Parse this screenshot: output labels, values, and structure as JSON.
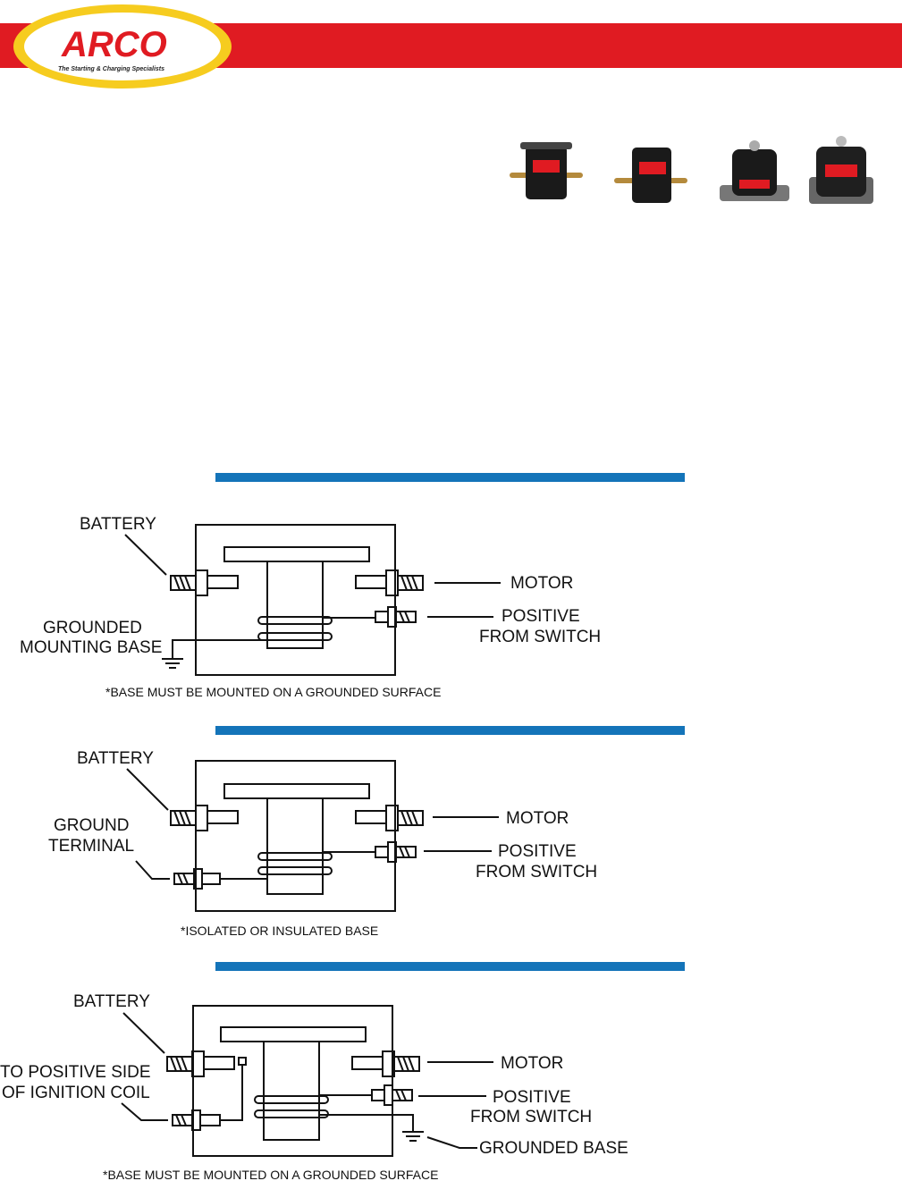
{
  "brand": {
    "name": "ARCO",
    "tagline": "The Starting & Charging Specialists",
    "red": "#e01b22",
    "yellow": "#f6cc1f",
    "blue": "#1474b9"
  },
  "diagrams": [
    {
      "battery": "BATTERY",
      "ground_line1": "GROUNDED",
      "ground_line2": "MOUNTING BASE",
      "motor": "MOTOR",
      "positive_line1": "POSITIVE",
      "positive_line2": "FROM SWITCH",
      "note": "*BASE MUST BE MOUNTED ON A GROUNDED SURFACE"
    },
    {
      "battery": "BATTERY",
      "ground_line1": "GROUND",
      "ground_line2": "TERMINAL",
      "motor": "MOTOR",
      "positive_line1": "POSITIVE",
      "positive_line2": "FROM SWITCH",
      "note": "*ISOLATED OR INSULATED BASE"
    },
    {
      "battery": "BATTERY",
      "ignition_line1": "TO POSITIVE SIDE",
      "ignition_line2": "OF IGNITION COIL",
      "motor": "MOTOR",
      "positive_line1": "POSITIVE",
      "positive_line2": "FROM SWITCH",
      "grounded_base": "GROUNDED BASE",
      "note": "*BASE MUST BE MOUNTED ON A GROUNDED SURFACE"
    }
  ]
}
